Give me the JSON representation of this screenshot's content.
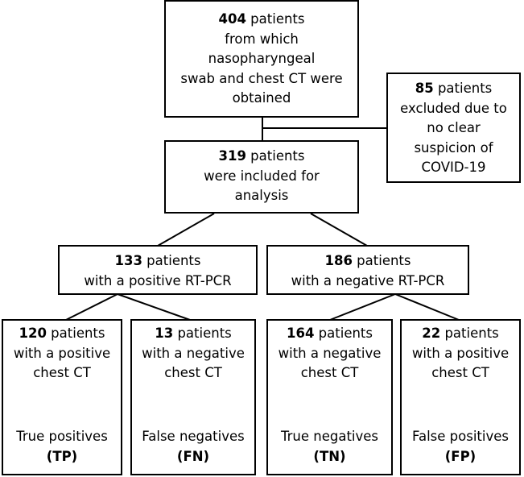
{
  "colors": {
    "line": "#000000",
    "box_fill": "#ffffff",
    "text": "#000000"
  },
  "boxes": {
    "obtained": {
      "count": "404",
      "lines": [
        " patients",
        "from which",
        "nasopharyngeal",
        "swab and chest CT were",
        "obtained"
      ]
    },
    "excluded": {
      "count": "85",
      "lines": [
        " patients",
        "excluded due to",
        "no clear",
        "suspicion of",
        "COVID-19"
      ]
    },
    "included": {
      "count": "319",
      "lines": [
        " patients",
        "were included for",
        "analysis"
      ]
    },
    "pcr_positive": {
      "count": "133",
      "lines": [
        " patients",
        "with a positive RT-PCR"
      ]
    },
    "pcr_negative": {
      "count": "186",
      "lines": [
        " patients",
        "with a negative RT-PCR"
      ]
    },
    "tp": {
      "count": "120",
      "lines": [
        " patients",
        "with a positive",
        "chest CT"
      ],
      "outcome": "True positives",
      "abbr": "(TP)"
    },
    "fn": {
      "count": "13",
      "lines": [
        " patients",
        "with a negative",
        "chest CT"
      ],
      "outcome": "False negatives",
      "abbr": "(FN)"
    },
    "tn": {
      "count": "164",
      "lines": [
        " patients",
        "with a negative",
        "chest CT"
      ],
      "outcome": "True negatives",
      "abbr": "(TN)"
    },
    "fp": {
      "count": "22",
      "lines": [
        " patients",
        "with a positive",
        "chest CT"
      ],
      "outcome": "False positives",
      "abbr": "(FP)"
    }
  }
}
